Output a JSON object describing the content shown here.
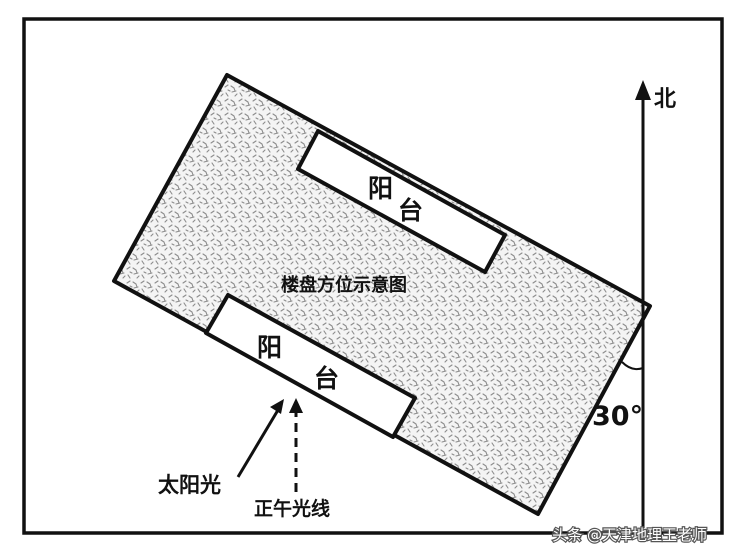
{
  "diagram": {
    "title": "楼盘方位示意图",
    "balcony_upper": {
      "char1": "阳",
      "char2": "台"
    },
    "balcony_lower": {
      "char1": "阳",
      "char2": "台"
    },
    "north_label": "北",
    "angle_label": "30°",
    "sunlight_label": "太阳光",
    "noon_ray_label": "正午光线"
  },
  "watermark": {
    "text": "头条 @天津地理王老师"
  },
  "colors": {
    "ink": "#111111",
    "paper": "#ffffff",
    "texture": "#9a9a9a"
  }
}
